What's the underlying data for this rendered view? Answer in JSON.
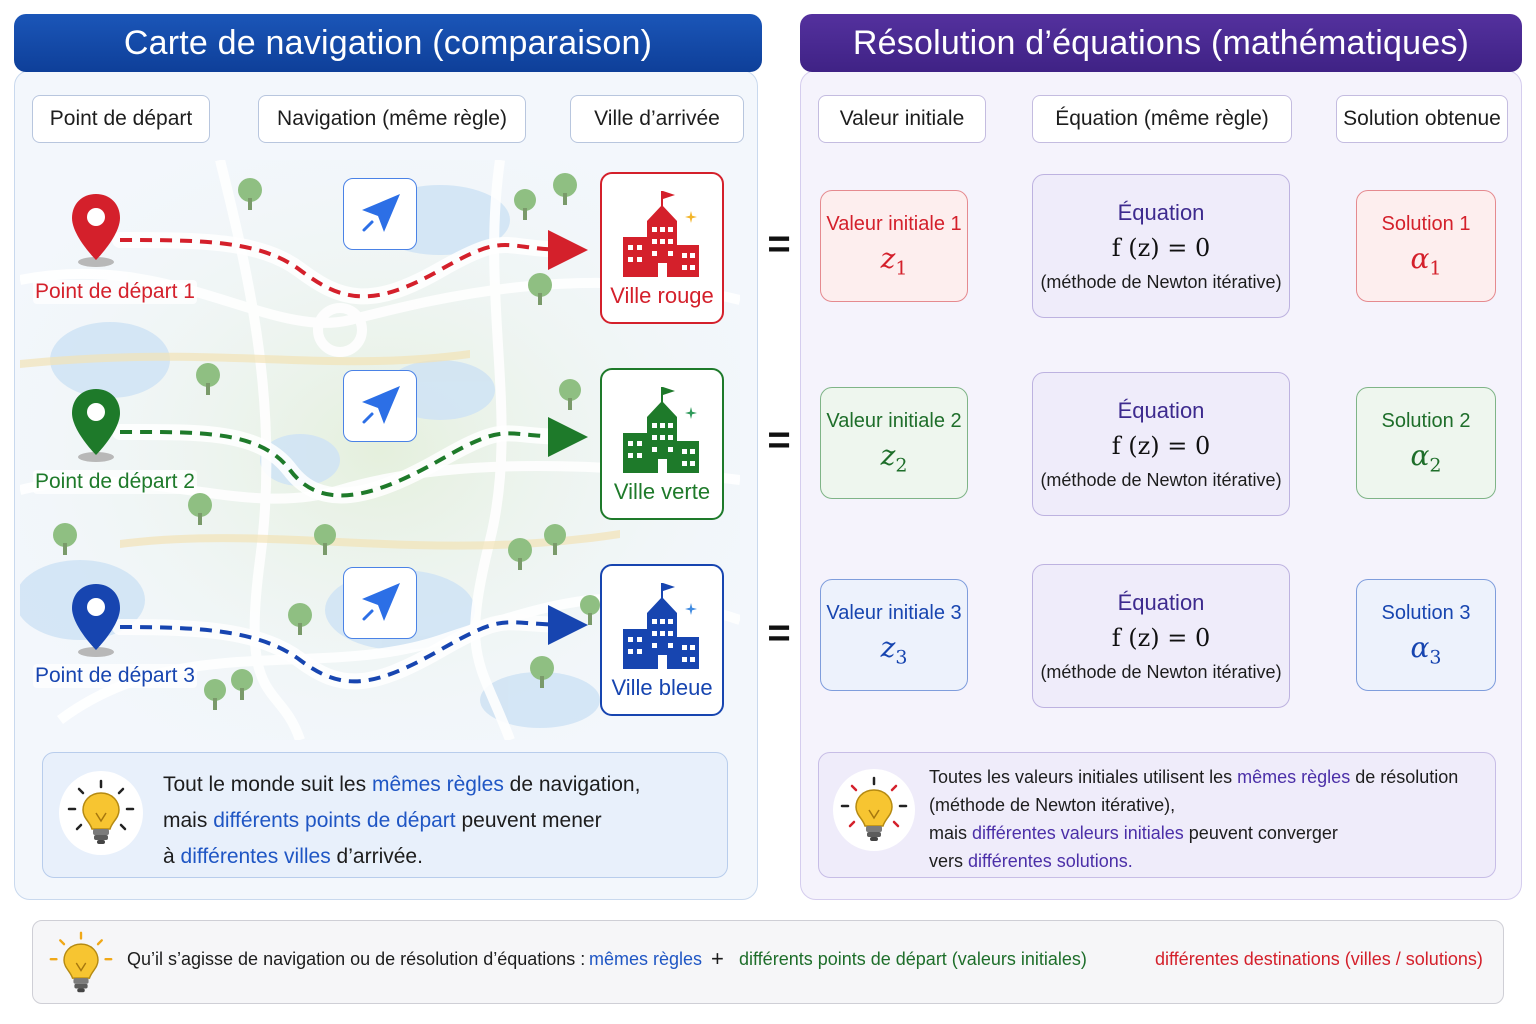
{
  "left": {
    "title": "Carte de navigation (comparaison)",
    "headers": [
      "Point de départ",
      "Navigation (même règle)",
      "Ville d’arrivée"
    ],
    "rows": [
      {
        "start": "Point de départ 1",
        "city": "Ville rouge",
        "color": "#d4202b"
      },
      {
        "start": "Point de départ 2",
        "city": "Ville verte",
        "color": "#1e7a2a"
      },
      {
        "start": "Point de départ 3",
        "city": "Ville bleue",
        "color": "#1745b0"
      }
    ],
    "note": {
      "line1_a": "Tout le monde suit les ",
      "line1_b": "mêmes règles",
      "line1_c": " de navigation,",
      "line2_a": "mais ",
      "line2_b": "différents points de départ",
      "line2_c": " peuvent mener",
      "line3_a": "à ",
      "line3_b": "différentes villes",
      "line3_c": " d’arrivée."
    }
  },
  "right": {
    "title": "Résolution d’équations (mathématiques)",
    "headers": [
      "Valeur initiale",
      "Équation (même règle)",
      "Solution obtenue"
    ],
    "equation": {
      "title": "Équation",
      "formula": "f (z) = 0",
      "method": "(méthode de Newton itérative)"
    },
    "rows": [
      {
        "init": "Valeur initiale 1",
        "var": "z",
        "sub": "1",
        "sol": "Solution 1",
        "solvar": "α",
        "color": "#d4202b",
        "bg": "#fdeeee",
        "border": "#e58a8f"
      },
      {
        "init": "Valeur initiale 2",
        "var": "z",
        "sub": "2",
        "sol": "Solution 2",
        "solvar": "α",
        "color": "#1e6e2a",
        "bg": "#eef6ee",
        "border": "#7fb487"
      },
      {
        "init": "Valeur initiale 3",
        "var": "z",
        "sub": "3",
        "sol": "Solution 3",
        "solvar": "α",
        "color": "#1745b0",
        "bg": "#edf2fc",
        "border": "#7f9ddc"
      }
    ],
    "note": {
      "line1_a": "Toutes les valeurs initiales utilisent les ",
      "line1_b": "mêmes règles",
      "line1_c": " de résolution",
      "line2": "(méthode de Newton itérative),",
      "line3_a": "mais ",
      "line3_b": "différentes valeurs initiales",
      "line3_c": " peuvent converger",
      "line4_a": "vers ",
      "line4_b": "différentes solutions."
    }
  },
  "equals": "=",
  "bottom": {
    "lead": "Qu’il s’agisse de navigation ou de résolution d’équations :",
    "rules": "mêmes règles",
    "plus": "+",
    "starts": "différents points de départ (valeurs initiales)",
    "result": "différentes destinations (villes / solutions)",
    "colors": {
      "rules": "#1f56c4",
      "starts": "#1e6e2a",
      "result": "#d4202b"
    }
  }
}
